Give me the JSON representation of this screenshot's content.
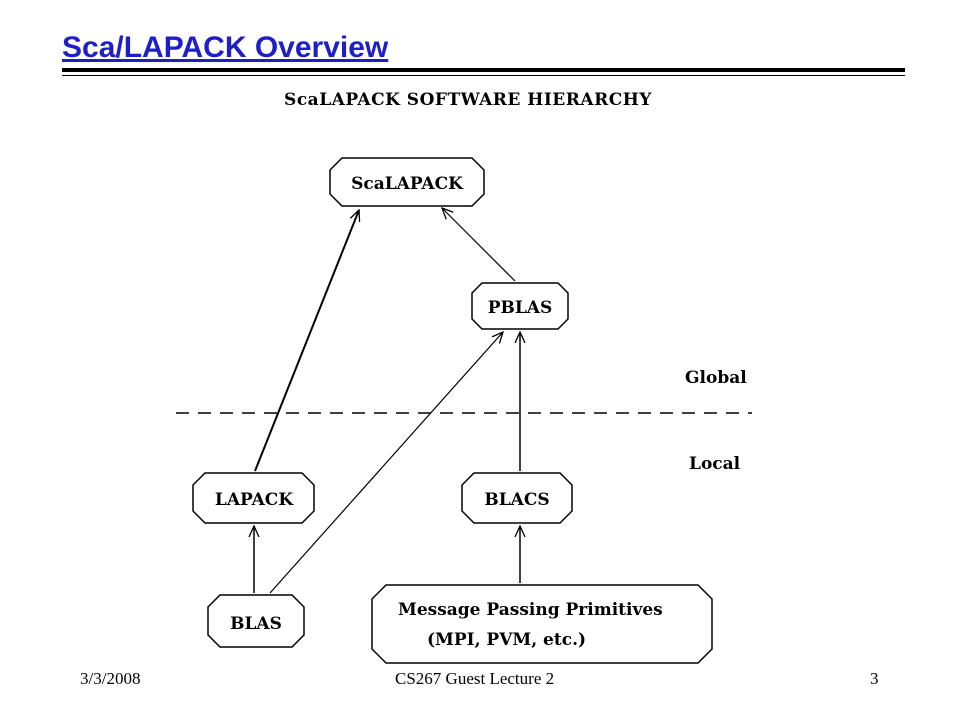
{
  "slide": {
    "title": "Sca/LAPACK Overview",
    "footer_date": "3/3/2008",
    "footer_course": "CS267 Guest Lecture 2",
    "footer_page": "3"
  },
  "diagram": {
    "heading": "ScaLAPACK SOFTWARE HIERARCHY",
    "nodes": {
      "scalapack": "ScaLAPACK",
      "pblas": "PBLAS",
      "lapack": "LAPACK",
      "blacs": "BLACS",
      "blas": "BLAS",
      "mpp_line1": "Message Passing Primitives",
      "mpp_line2": "(MPI, PVM, etc.)"
    },
    "regions": {
      "global": "Global",
      "local": "Local"
    }
  }
}
